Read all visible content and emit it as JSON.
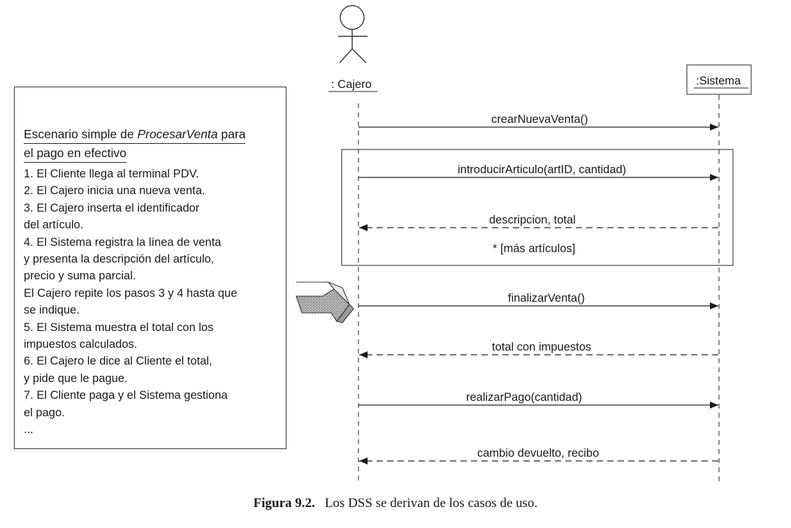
{
  "actor": {
    "name": ": Cajero"
  },
  "system": {
    "name": ":Sistema"
  },
  "scenario": {
    "title_prefix": "Escenario simple de ",
    "title_italic": "ProcesarVenta",
    "title_suffix": " para",
    "title_line2": "el pago en efectivo",
    "steps": [
      "1. El Cliente llega al terminal PDV.",
      "2. El Cajero inicia una nueva venta.",
      "3. El Cajero inserta el identificador",
      "del artículo.",
      "4. El Sistema registra la línea de venta",
      "y presenta la descripción del artículo,",
      "precio y suma parcial.",
      "El Cajero repite los pasos 3 y 4 hasta que",
      "se indique.",
      "5. El Sistema muestra el total con los",
      "impuestos calculados.",
      "6. El Cajero le dice al Cliente el total,",
      "y pide que le pague.",
      "7. El Cliente paga y el Sistema gestiona",
      "el pago.",
      "..."
    ]
  },
  "messages": {
    "m1": "crearNuevaVenta()",
    "m2": "introducirArticulo(artID, cantidad)",
    "m3": "descripcion, total",
    "loop": "* [más artículos]",
    "m4": "finalizarVenta()",
    "m5": "total con impuestos",
    "m6": "realizarPago(cantidad)",
    "m7": "cambio devuelto, recibo"
  },
  "caption": {
    "label": "Figura 9.2.",
    "text": "Los DSS se derivan de los casos de uso."
  }
}
